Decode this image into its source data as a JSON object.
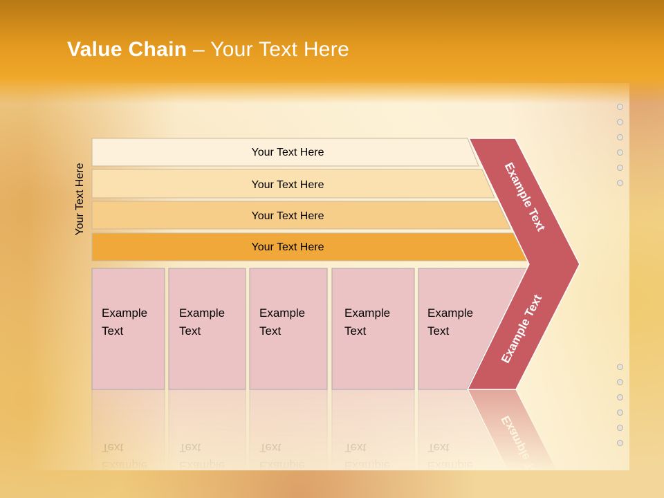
{
  "title": {
    "bold": "Value Chain",
    "rest": " – Your Text Here"
  },
  "side_label": "Your Text Here",
  "bars": [
    {
      "label": "Your Text Here",
      "color": "#fdf1dc"
    },
    {
      "label": "Your Text Here",
      "color": "#fbe0b0"
    },
    {
      "label": "Your Text Here",
      "color": "#f7cd8a"
    },
    {
      "label": "Your Text Here",
      "color": "#f0a83a"
    }
  ],
  "boxes": [
    {
      "line1": "Example",
      "line2": "Text"
    },
    {
      "line1": "Example",
      "line2": "Text"
    },
    {
      "line1": "Example",
      "line2": "Text"
    },
    {
      "line1": "Example",
      "line2": "Text"
    },
    {
      "line1": "Example",
      "line2": "Text"
    }
  ],
  "arrow": {
    "upper": "Example Text",
    "lower": "Example Text",
    "color": "#c85b62"
  },
  "colors": {
    "box_fill": "#ebc3c4",
    "box_stroke": "#a8a8a8",
    "header": "#e49a1f"
  }
}
